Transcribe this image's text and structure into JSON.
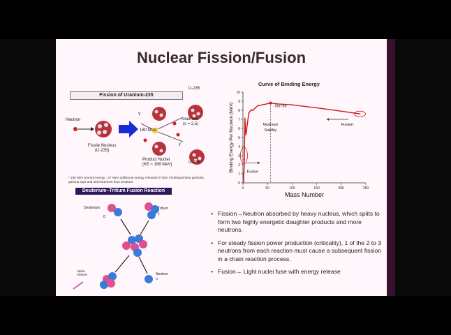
{
  "slide": {
    "title": "Nuclear Fission/Fusion",
    "fission_header": "Fission of Uranium-235",
    "fusion_header": "Deuterium–Tritium Fusion Reaction",
    "fission_labels": {
      "neutron": "Neutron",
      "fissile_nucleus": "Fissile Nucleus",
      "fissile_sub": "(U-235)",
      "u235_top": "U-235",
      "u235_bottom": "U-235",
      "neutrons": "Neutrons",
      "neutrons_sub": "(ν = 2.5)",
      "energy": "180 MeV",
      "gamma1": "γ",
      "gamma2": "γ",
      "product_nuclei": "Product Nuclei",
      "product_sub": "(KE ≈ 168 MeV)",
      "footnote": "* 180 MeV prompt energy - 27 MeV additional energy released in form of delayed beta particles, gamma rays and anti-neutrinos from products"
    },
    "fusion_labels": {
      "deuterium": "Deuterium",
      "d": "D",
      "tritium": "Tritium",
      "t": "T",
      "alpha": "Alpha Particle",
      "neutron": "Neutron",
      "n": "n"
    },
    "bullets": [
      "Fission→Neutron absorbed by heavy nucleus, which splits to form two highly energetic daughter products and more neutrons.",
      "For steady fission power production (criticality), 1 of the 2 to 3 neutrons from each reaction must cause a subsequent fission in a chain reaction process.",
      "Fusion→ Light nuclei fuse with energy release"
    ]
  },
  "chart_data": {
    "type": "line",
    "title": "Curve of Binding Energy",
    "xlabel": "Mass Number",
    "ylabel": "Binding Energy Per Nucleon (MeV)",
    "xlim": [
      0,
      250
    ],
    "ylim": [
      0,
      10
    ],
    "xticks": [
      "0",
      "50",
      "100",
      "150",
      "200",
      "250"
    ],
    "yticks": [
      "0",
      "1",
      "2",
      "3",
      "4",
      "5",
      "6",
      "7",
      "8",
      "9",
      "10"
    ],
    "x": [
      1,
      2,
      3,
      4,
      6,
      7,
      9,
      12,
      16,
      20,
      30,
      40,
      56,
      70,
      100,
      130,
      160,
      200,
      238
    ],
    "y": [
      0,
      1.1,
      2.6,
      7.1,
      5.3,
      5.6,
      6.5,
      7.7,
      8.0,
      8.0,
      8.5,
      8.6,
      8.8,
      8.7,
      8.6,
      8.4,
      8.2,
      7.9,
      7.6
    ],
    "annotations": [
      "Iron 56",
      "Maximum Stability",
      "Fission",
      "Fusion"
    ],
    "grid": false
  },
  "colors": {
    "curve": "#d01818",
    "slide_bg": "#fff7fb",
    "arrow_blue": "#1a2bd6",
    "header_bg": "#2a1a5a"
  }
}
